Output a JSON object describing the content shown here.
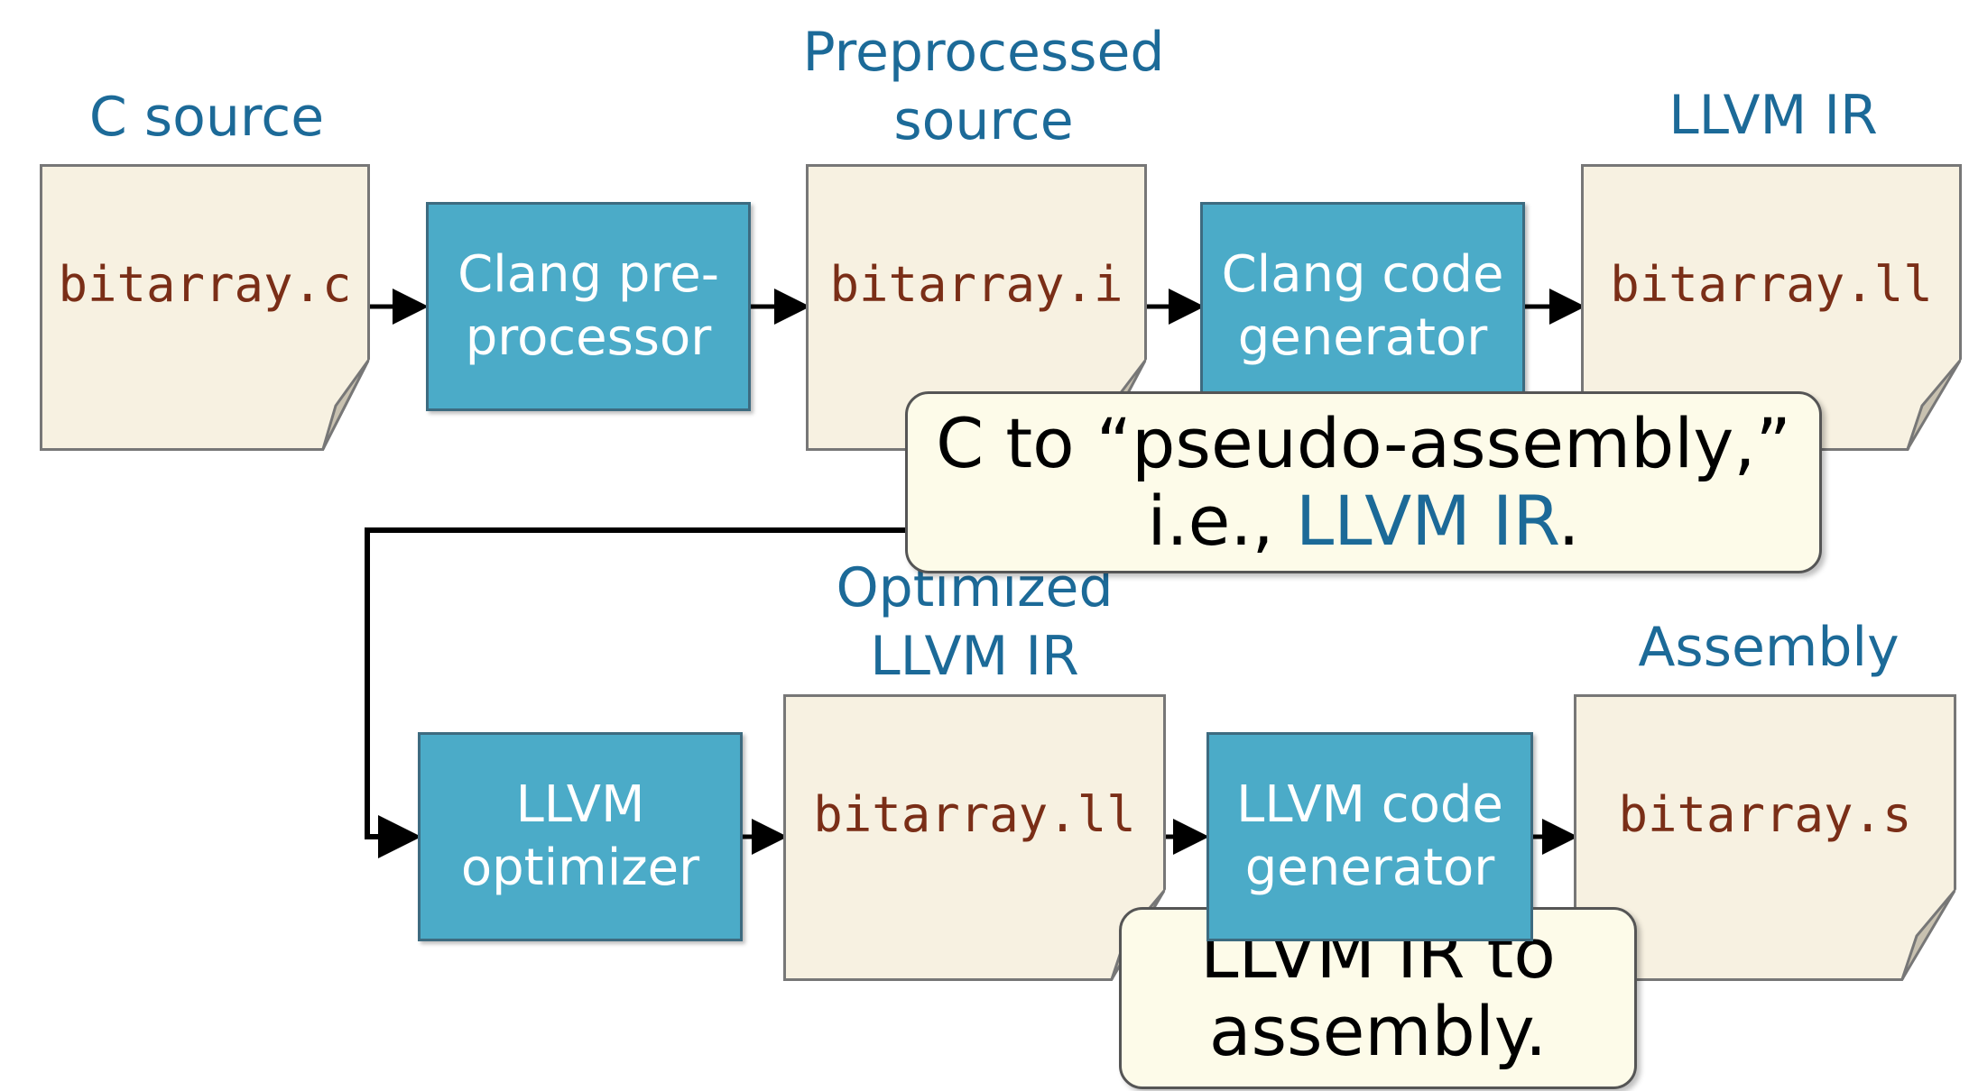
{
  "stages": {
    "c_source": {
      "label": "C source",
      "file": "bitarray.c"
    },
    "preprocessed": {
      "label_line1": "Preprocessed",
      "label_line2": "source",
      "file": "bitarray.i"
    },
    "llvm_ir": {
      "label": "LLVM IR",
      "file": "bitarray.ll"
    },
    "optimized": {
      "label_line1": "Optimized",
      "label_line2": "LLVM IR",
      "file": "bitarray.ll"
    },
    "assembly": {
      "label": "Assembly",
      "file": "bitarray.s"
    }
  },
  "processes": {
    "preprocessor": {
      "line1": "Clang pre-",
      "line2": "processor"
    },
    "clang_codegen": {
      "line1": "Clang code",
      "line2": "generator"
    },
    "optimizer": {
      "line1": "LLVM",
      "line2": "optimizer"
    },
    "llvm_codegen": {
      "line1": "LLVM code",
      "line2": "generator"
    }
  },
  "callouts": {
    "clang": {
      "line1": "C to “pseudo-assembly,”",
      "line2_prefix": "i.e., ",
      "line2_highlight": "LLVM IR",
      "line2_suffix": "."
    },
    "llvm": {
      "line1": "LLVM IR to",
      "line2": "assembly."
    }
  },
  "colors": {
    "label": "#1c6a98",
    "file_fill": "#f7f1e1",
    "file_text": "#7a2e17",
    "process_fill": "#4babc8",
    "process_text": "#ffffff",
    "callout_fill": "#fdfbe9",
    "arrow": "#000000"
  }
}
